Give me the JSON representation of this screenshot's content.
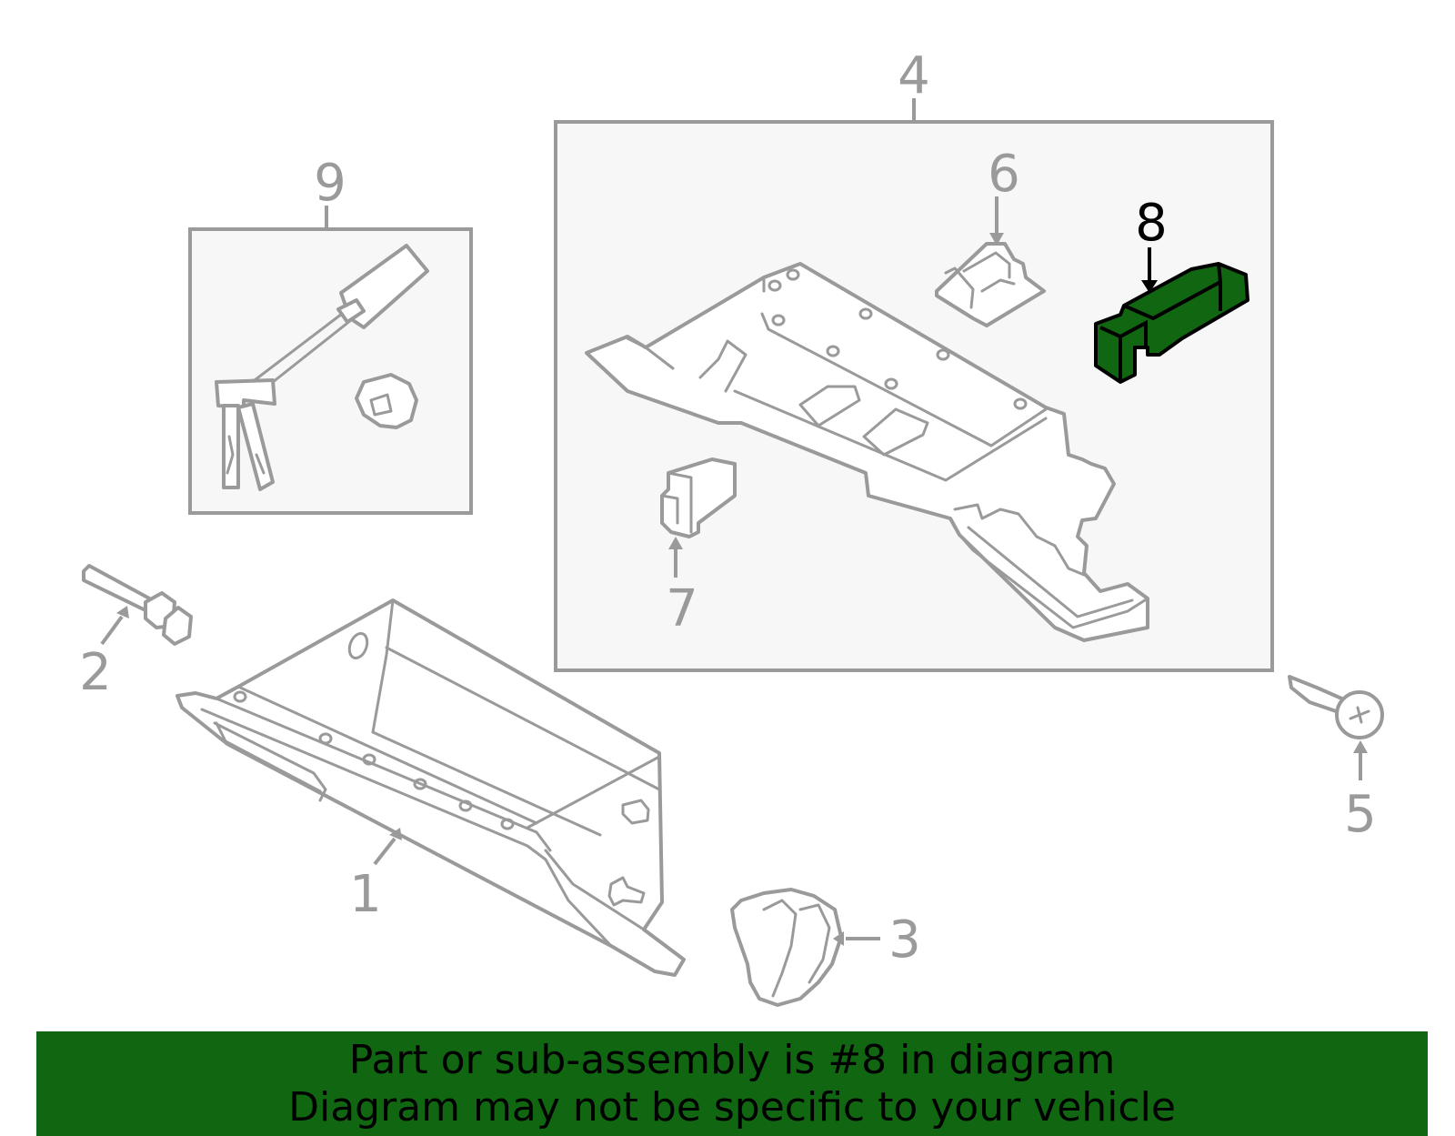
{
  "diagram": {
    "callouts": [
      {
        "id": "1",
        "label": "1"
      },
      {
        "id": "2",
        "label": "2"
      },
      {
        "id": "3",
        "label": "3"
      },
      {
        "id": "4",
        "label": "4"
      },
      {
        "id": "5",
        "label": "5"
      },
      {
        "id": "6",
        "label": "6"
      },
      {
        "id": "7",
        "label": "7"
      },
      {
        "id": "8",
        "label": "8"
      },
      {
        "id": "9",
        "label": "9"
      }
    ],
    "highlight_part": "8",
    "colors": {
      "highlight_fill": "#116611",
      "line_gray": "#9a9a9a",
      "box_fill": "#f7f7f7"
    }
  },
  "banner": {
    "line1": "Part or sub-assembly is #8 in diagram",
    "line2": "Diagram may not be specific to your vehicle",
    "background": "#116611"
  }
}
